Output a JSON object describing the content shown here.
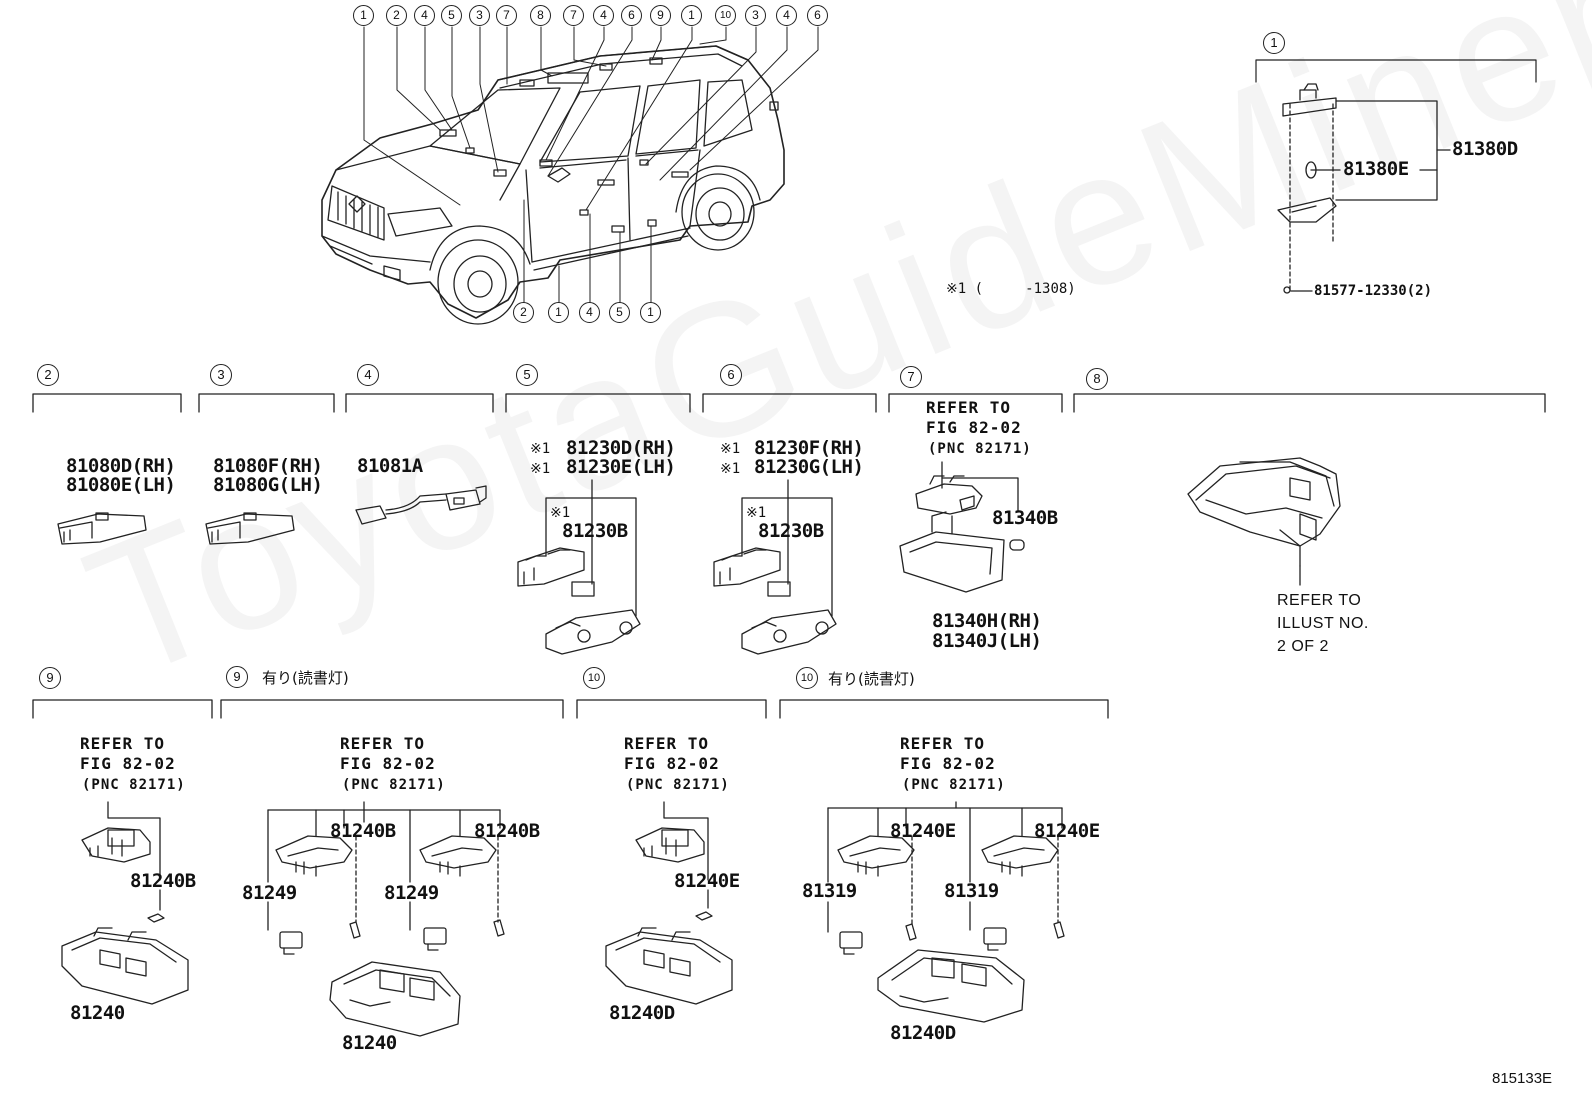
{
  "watermark": "ToyotaGuideMiner.ru",
  "figure_code": "815133E",
  "car_callouts_top": [
    "1",
    "2",
    "4",
    "5",
    "3",
    "7",
    "8",
    "7",
    "4",
    "6",
    "9",
    "1",
    "10",
    "3",
    "4",
    "6"
  ],
  "car_callouts_bottom": [
    "2",
    "1",
    "4",
    "5",
    "1"
  ],
  "panel1": {
    "num": "1",
    "parts": {
      "assembly": "81380D",
      "bulb": "81380E",
      "screw": "81577-12330(2)"
    },
    "note": "※1 (     -1308)"
  },
  "panel2": {
    "num": "2",
    "parts": [
      "81080D(RH)",
      "81080E(LH)"
    ]
  },
  "panel3": {
    "num": "3",
    "parts": [
      "81080F(RH)",
      "81080G(LH)"
    ]
  },
  "panel4": {
    "num": "4",
    "parts": [
      "81081A"
    ]
  },
  "panel5": {
    "num": "5",
    "mark": "※1",
    "parts": [
      "81230D(RH)",
      "81230E(LH)"
    ],
    "sub": "81230B"
  },
  "panel6": {
    "num": "6",
    "mark": "※1",
    "parts": [
      "81230F(RH)",
      "81230G(LH)"
    ],
    "sub": "81230B"
  },
  "panel7": {
    "num": "7",
    "refer": [
      "REFER TO",
      "FIG 82-02",
      "(PNC 82171)"
    ],
    "parts": [
      "81340B",
      "81340H(RH)",
      "81340J(LH)"
    ]
  },
  "panel8": {
    "num": "8",
    "refer": [
      "REFER TO",
      "ILLUST NO.",
      "2 OF 2"
    ]
  },
  "panel9a": {
    "num": "9",
    "refer": [
      "REFER TO",
      "FIG 82-02",
      "(PNC 82171)"
    ],
    "parts": [
      "81240B",
      "81240"
    ]
  },
  "panel9b": {
    "num": "9",
    "label": "有り(読書灯)",
    "refer": [
      "REFER TO",
      "FIG 82-02",
      "(PNC 82171)"
    ],
    "parts": [
      "81240B",
      "81240B",
      "81249",
      "81249",
      "81240"
    ]
  },
  "panel10a": {
    "num": "10",
    "refer": [
      "REFER TO",
      "FIG 82-02",
      "(PNC 82171)"
    ],
    "parts": [
      "81240E",
      "81240D"
    ]
  },
  "panel10b": {
    "num": "10",
    "label": "有り(読書灯)",
    "refer": [
      "REFER TO",
      "FIG 82-02",
      "(PNC 82171)"
    ],
    "parts": [
      "81240E",
      "81240E",
      "81319",
      "81319",
      "81240D"
    ]
  }
}
